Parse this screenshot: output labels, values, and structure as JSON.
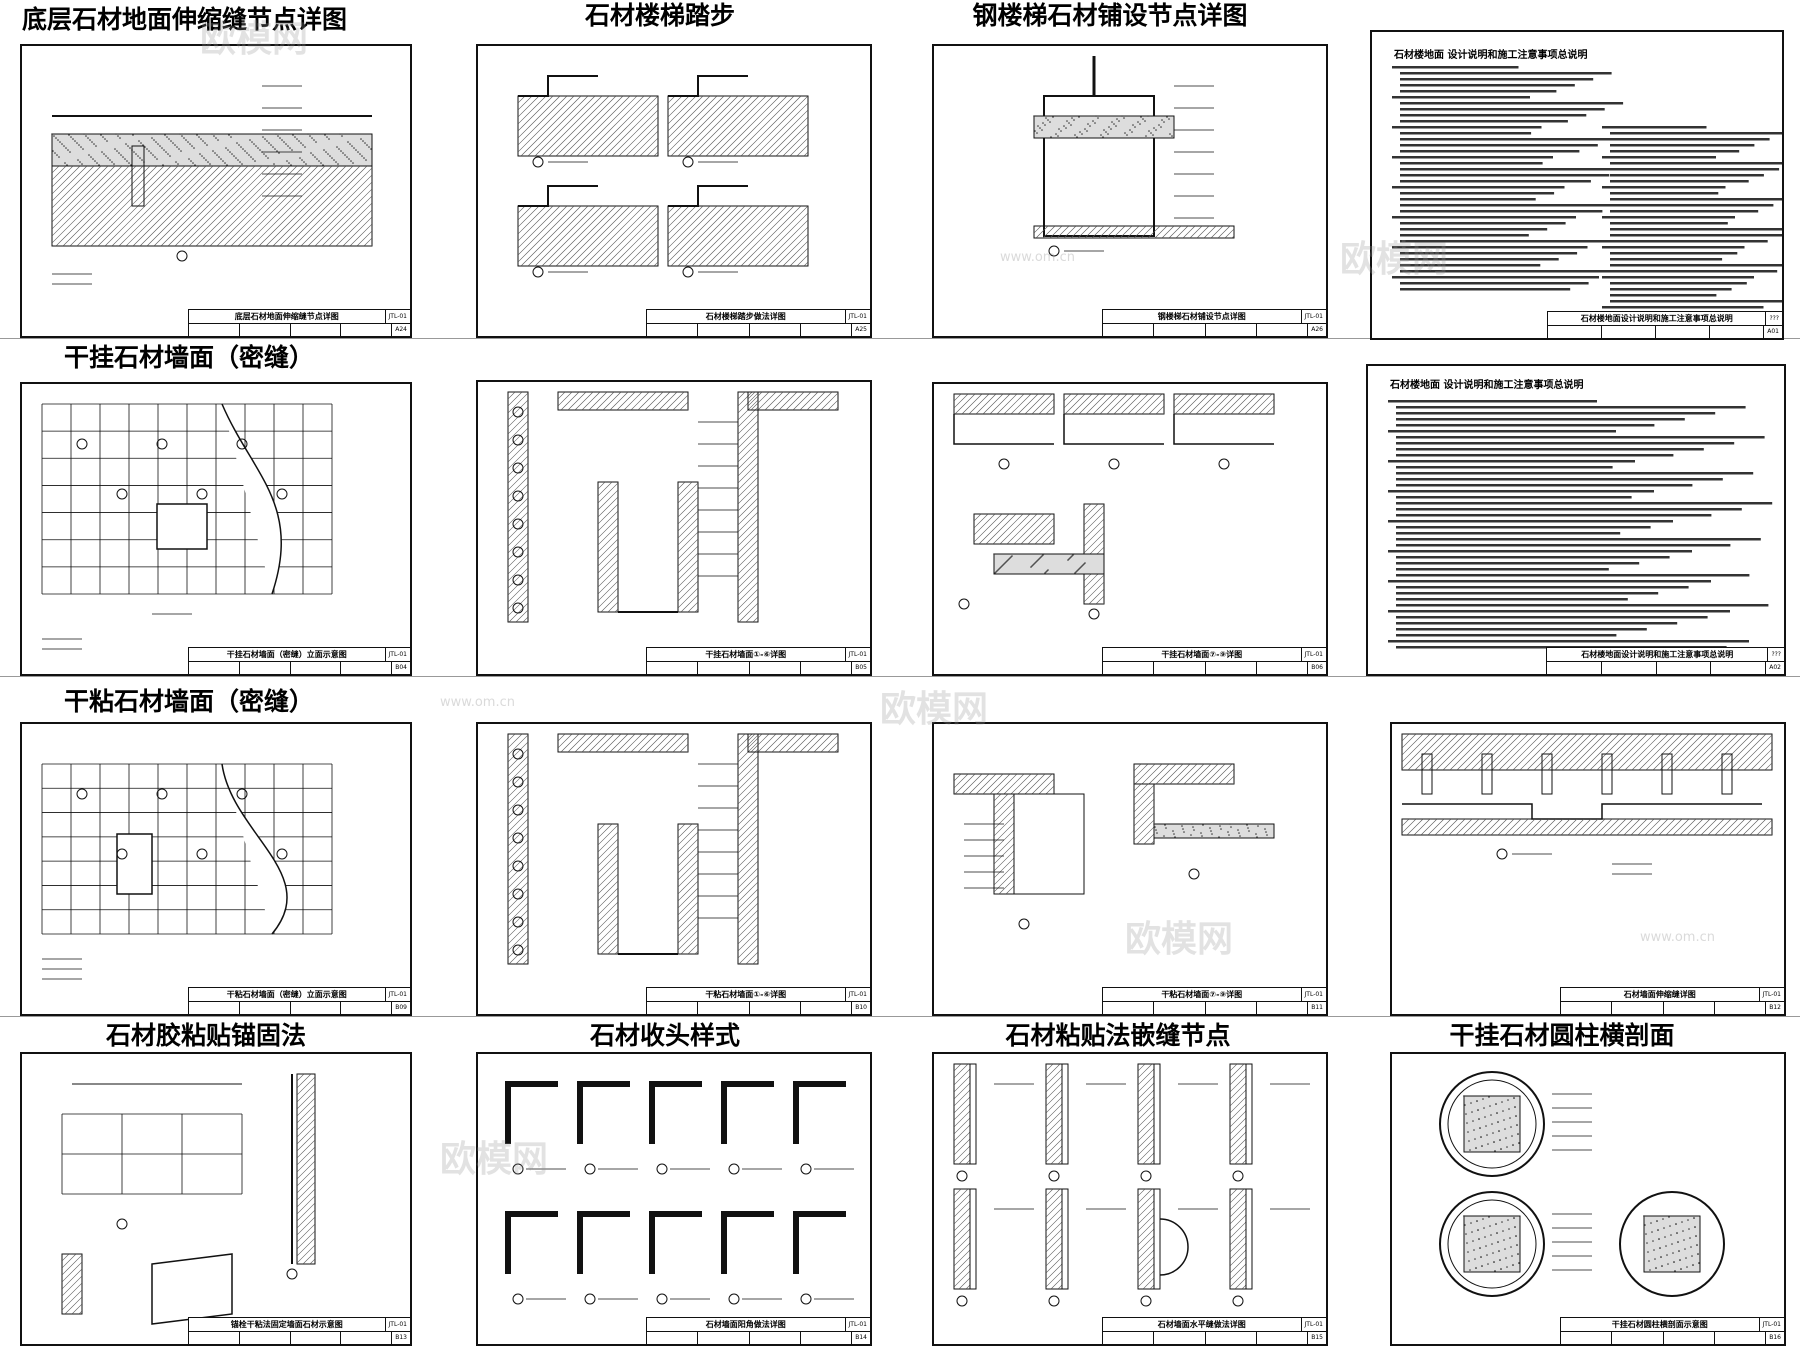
{
  "headings": [
    {
      "text": "底层石材地面伸缩缝节点详图"
    },
    {
      "text": "石材楼梯踏步"
    },
    {
      "text": "钢楼梯石材铺设节点详图"
    },
    {
      "text": "干挂石材墙面（密缝）"
    },
    {
      "text": "干粘石材墙面（密缝）"
    },
    {
      "text": "石材胶粘贴锚固法"
    },
    {
      "text": "石材收头样式"
    },
    {
      "text": "石材粘贴法嵌缝节点"
    },
    {
      "text": "干挂石材圆柱横剖面"
    }
  ],
  "sheets": [
    {
      "title": "底层石材地面伸缩缝节点详图",
      "code": "JTL-01",
      "number": "A24"
    },
    {
      "title": "石材楼梯踏步做法详图",
      "code": "JTL-01",
      "number": "A25"
    },
    {
      "title": "钢楼梯石材铺设节点详图",
      "code": "JTL-01",
      "number": "A26"
    },
    {
      "title": "石材楼地面设计说明和施工注意事项总说明",
      "code": "???",
      "number": "A01"
    },
    {
      "title": "干挂石材墙面（密缝）立面示意图",
      "code": "JTL-01",
      "number": "B04"
    },
    {
      "title": "干挂石材墙面①-⑥详图",
      "code": "JTL-01",
      "number": "B05"
    },
    {
      "title": "干挂石材墙面⑦-⑨详图",
      "code": "JTL-01",
      "number": "B06"
    },
    {
      "title": "石材楼地面设计说明和施工注意事项总说明",
      "code": "???",
      "number": "A02"
    },
    {
      "title": "干粘石材墙面（密缝）立面示意图",
      "code": "JTL-01",
      "number": "B09"
    },
    {
      "title": "干粘石材墙面①-⑥详图",
      "code": "JTL-01",
      "number": "B10"
    },
    {
      "title": "干粘石材墙面⑦-⑨详图",
      "code": "JTL-01",
      "number": "B11"
    },
    {
      "title": "石材墙面伸缩缝详图",
      "code": "JTL-01",
      "number": "B12"
    },
    {
      "title": "锚栓干粘法固定墙面石材示意图",
      "code": "JTL-01",
      "number": "B13"
    },
    {
      "title": "石材墙面阳角做法详图",
      "code": "JTL-01",
      "number": "B14"
    },
    {
      "title": "石材墙面水平缝做法详图",
      "code": "JTL-01",
      "number": "B15"
    },
    {
      "title": "干挂石材圆柱横剖面示意图",
      "code": "JTL-01",
      "number": "B16"
    }
  ],
  "notes": {
    "title_a01": "石材楼地面 设计说明和施工注意事项总说明",
    "title_a02": "石材楼地面 设计说明和施工注意事项总说明"
  },
  "watermark": {
    "brand": "欧模网",
    "url": "www.om.cn"
  },
  "colors": {
    "line": "#111111",
    "hatch": "#555555",
    "watermark": "#969696"
  }
}
